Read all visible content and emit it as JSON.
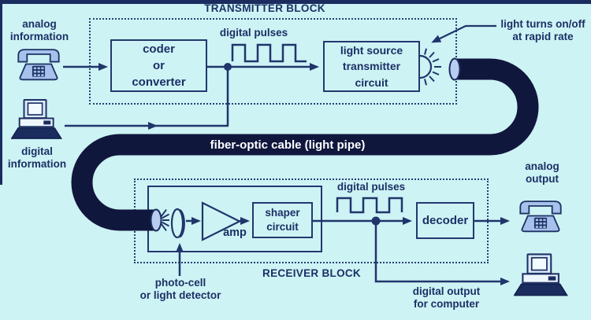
{
  "colors": {
    "background": "#cdf3f4",
    "ink": "#1b3066",
    "cable": "#10173d",
    "icon_fill": "#a6c2ec",
    "cable_end_fill": "#b8cdf0",
    "cable_label_text": "#ffffff"
  },
  "transmitter": {
    "title": "TRANSMITTER BLOCK",
    "coder_box": {
      "line1": "coder",
      "line2": "or",
      "line3": "converter"
    },
    "digital_pulses_label": "digital pulses",
    "light_source_box": {
      "line1": "light source",
      "line2": "transmitter",
      "line3": "circuit"
    },
    "annotation": {
      "line1": "light turns on/off",
      "line2": "at rapid rate"
    }
  },
  "cable": {
    "label": "fiber-optic cable (light pipe)"
  },
  "receiver": {
    "title": "RECEIVER BLOCK",
    "amp_label": "amp",
    "shaper_box": {
      "line1": "shaper",
      "line2": "circuit"
    },
    "decoder_box": {
      "label": "decoder"
    },
    "digital_pulses_label": "digital pulses",
    "photocell_label": {
      "line1": "photo-cell",
      "line2": "or light detector"
    }
  },
  "endpoints": {
    "analog_input": {
      "line1": "analog",
      "line2": "information"
    },
    "digital_input": {
      "line1": "digital",
      "line2": "information"
    },
    "analog_output": {
      "line1": "analog",
      "line2": "output"
    },
    "digital_output": {
      "line1": "digital output",
      "line2": "for computer"
    }
  }
}
